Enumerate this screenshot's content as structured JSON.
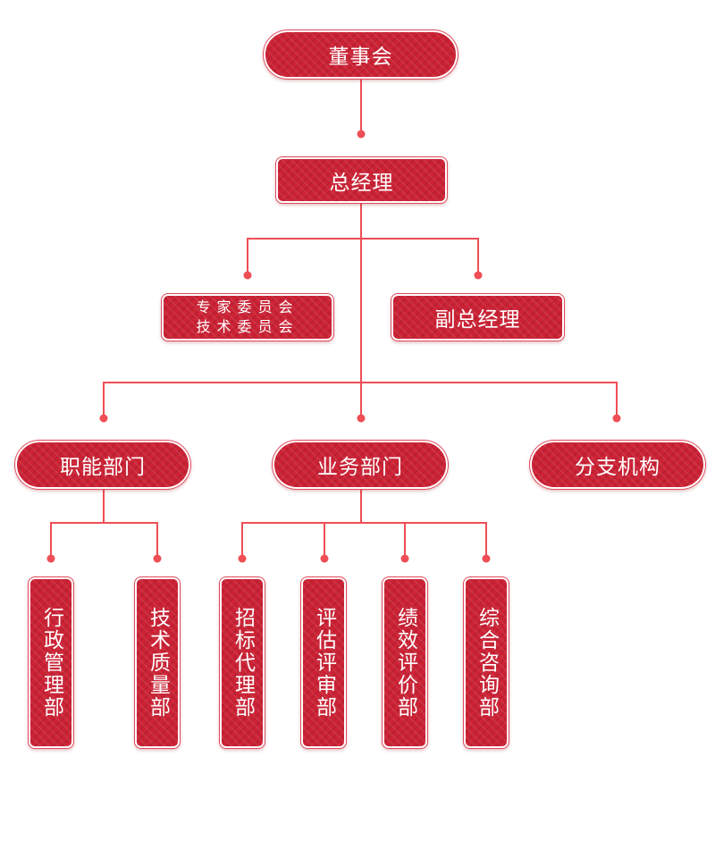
{
  "colors": {
    "node_fill": "#cc2235",
    "node_border": "#e04a5c",
    "connector": "#ef4e55",
    "text": "#ffffff"
  },
  "nodes": {
    "board": "董事会",
    "general_manager": "总经理",
    "committees": [
      "专家委员会",
      "技术委员会"
    ],
    "deputy_gm": "副总经理",
    "functional_dept": "职能部门",
    "business_dept": "业务部门",
    "branches": "分支机构",
    "admin_dept": "行政管理部",
    "tech_quality_dept": "技术质量部",
    "tender_agency_dept": "招标代理部",
    "evaluation_review_dept": "评估评审部",
    "performance_eval_dept": "绩效评价部",
    "consulting_dept": "综合咨询部"
  }
}
